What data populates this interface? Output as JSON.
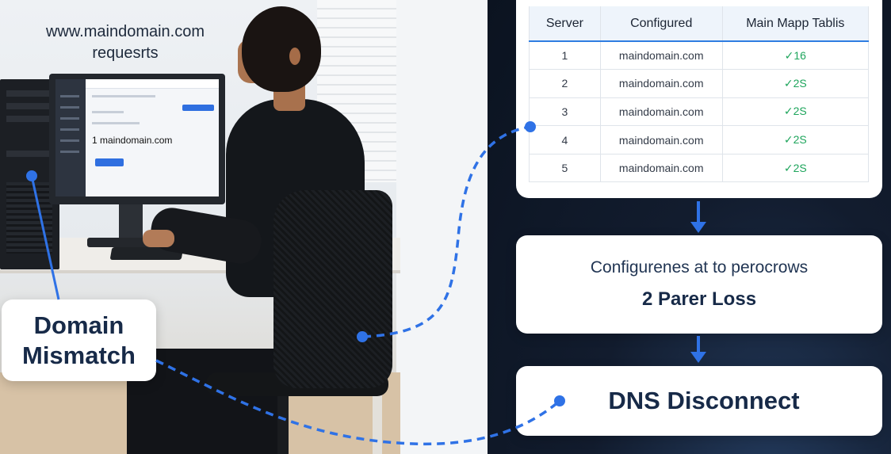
{
  "photo": {
    "caption_line1": "www.maindomain.com",
    "caption_line2": "requesrts",
    "screen_domain": "1  maindomain.com"
  },
  "callout_left": {
    "line1": "Domain",
    "line2": "Mismatch"
  },
  "server_table": {
    "headers": [
      "Server",
      "Configured",
      "Main Mapp Tablis"
    ],
    "rows": [
      {
        "server": "1",
        "configured": "maindomain.com",
        "mapped": "✓16"
      },
      {
        "server": "2",
        "configured": "maindomain.com",
        "mapped": "✓2S"
      },
      {
        "server": "3",
        "configured": "maindomain.com",
        "mapped": "✓2S"
      },
      {
        "server": "4",
        "configured": "maindomain.com",
        "mapped": "✓2S"
      },
      {
        "server": "5",
        "configured": "maindomain.com",
        "mapped": "✓2S"
      }
    ]
  },
  "step2": {
    "subtitle": "Configurenes at to perocrows",
    "title": "2 Parer Loss"
  },
  "step3": {
    "title": "DNS Disconnect"
  },
  "colors": {
    "accent": "#2f72e6",
    "check": "#1ea55c",
    "navy_text": "#172a48",
    "dark_bg": "#0b1320"
  }
}
